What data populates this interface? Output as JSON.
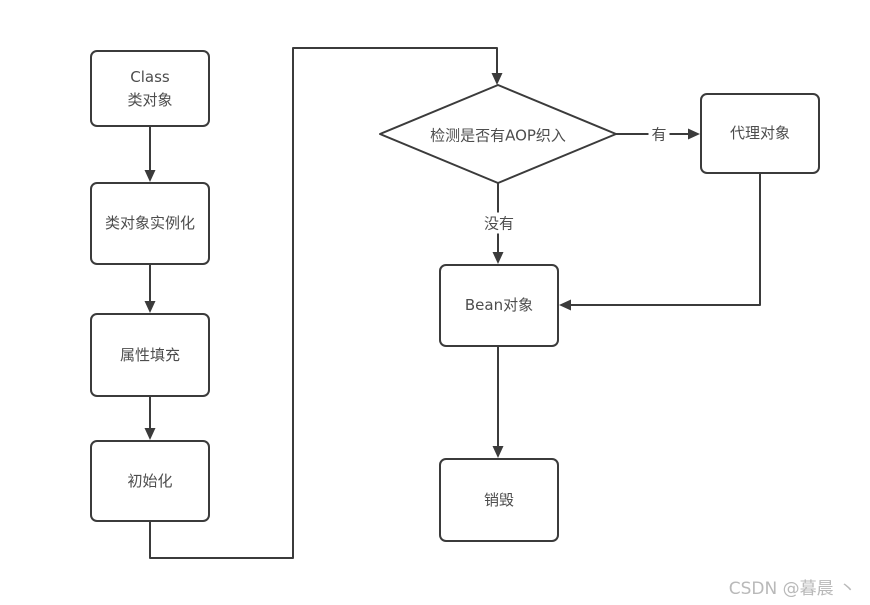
{
  "diagram": {
    "nodes": {
      "class_obj": {
        "shape": "rect",
        "line1": "Class",
        "line2": "类对象"
      },
      "instantiate": {
        "shape": "rect",
        "label": "类对象实例化"
      },
      "property_fill": {
        "shape": "rect",
        "label": "属性填充"
      },
      "init": {
        "shape": "rect",
        "label": "初始化"
      },
      "aop_check": {
        "shape": "diamond",
        "label": "检测是否有AOP织入"
      },
      "proxy": {
        "shape": "rect",
        "label": "代理对象"
      },
      "bean": {
        "shape": "rect",
        "label": "Bean对象"
      },
      "destroy": {
        "shape": "rect",
        "label": "销毁"
      }
    },
    "edge_labels": {
      "yes": "有",
      "no": "没有"
    },
    "edges": [
      {
        "from": "class_obj",
        "to": "instantiate"
      },
      {
        "from": "instantiate",
        "to": "property_fill"
      },
      {
        "from": "property_fill",
        "to": "init"
      },
      {
        "from": "init",
        "to": "aop_check"
      },
      {
        "from": "aop_check",
        "to": "proxy",
        "label": "有"
      },
      {
        "from": "aop_check",
        "to": "bean",
        "label": "没有"
      },
      {
        "from": "proxy",
        "to": "bean"
      },
      {
        "from": "bean",
        "to": "destroy"
      }
    ],
    "colors": {
      "stroke": "#3b3b3b",
      "node_fill": "#ffffff",
      "text": "#4d4d4d",
      "background": "#ffffff",
      "watermark": "#b9b9b9"
    }
  },
  "watermark": {
    "text": "CSDN @暮晨 丶"
  }
}
